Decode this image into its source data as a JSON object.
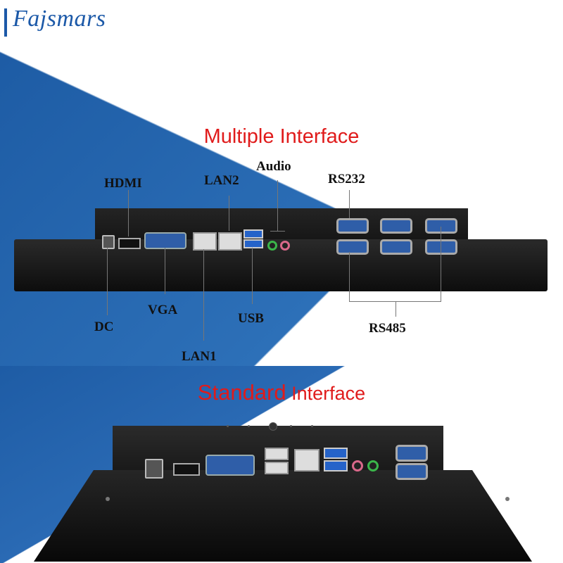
{
  "logo": {
    "text": "Fajsmars"
  },
  "header": {
    "title": "17 In All In One PC",
    "subtitle": "Resistive touch ∣ Capacitive touch"
  },
  "multiple": {
    "heading": "Multiple  Interface",
    "labels": {
      "hdmi": "HDMI",
      "lan2": "LAN2",
      "audio": "Audio",
      "rs232": "RS232",
      "dc": "DC",
      "vga": "VGA",
      "usb": "USB",
      "lan1": "LAN1",
      "rs485": "RS485"
    }
  },
  "standard": {
    "heading_main": "Standard",
    "heading_rest": " Interface"
  },
  "colors": {
    "brand_blue": "#1c59a8",
    "heading_red": "#e01b1b",
    "port_blue": "#2f5ea8"
  }
}
